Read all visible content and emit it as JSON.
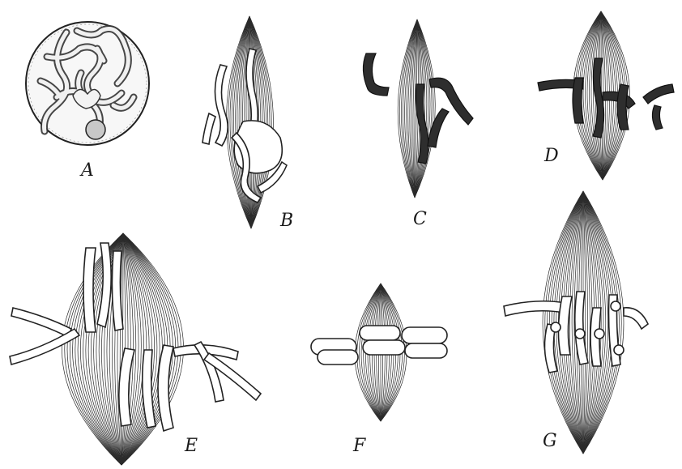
{
  "figure": {
    "panels": [
      {
        "id": "A",
        "label": "A"
      },
      {
        "id": "B",
        "label": "B"
      },
      {
        "id": "C",
        "label": "C"
      },
      {
        "id": "D",
        "label": "D"
      },
      {
        "id": "E",
        "label": "E"
      },
      {
        "id": "F",
        "label": "F"
      },
      {
        "id": "G",
        "label": "G"
      }
    ],
    "colors": {
      "ink": "#222222",
      "background": "#ffffff",
      "chromatin_dark": "#2e2e2e"
    }
  }
}
